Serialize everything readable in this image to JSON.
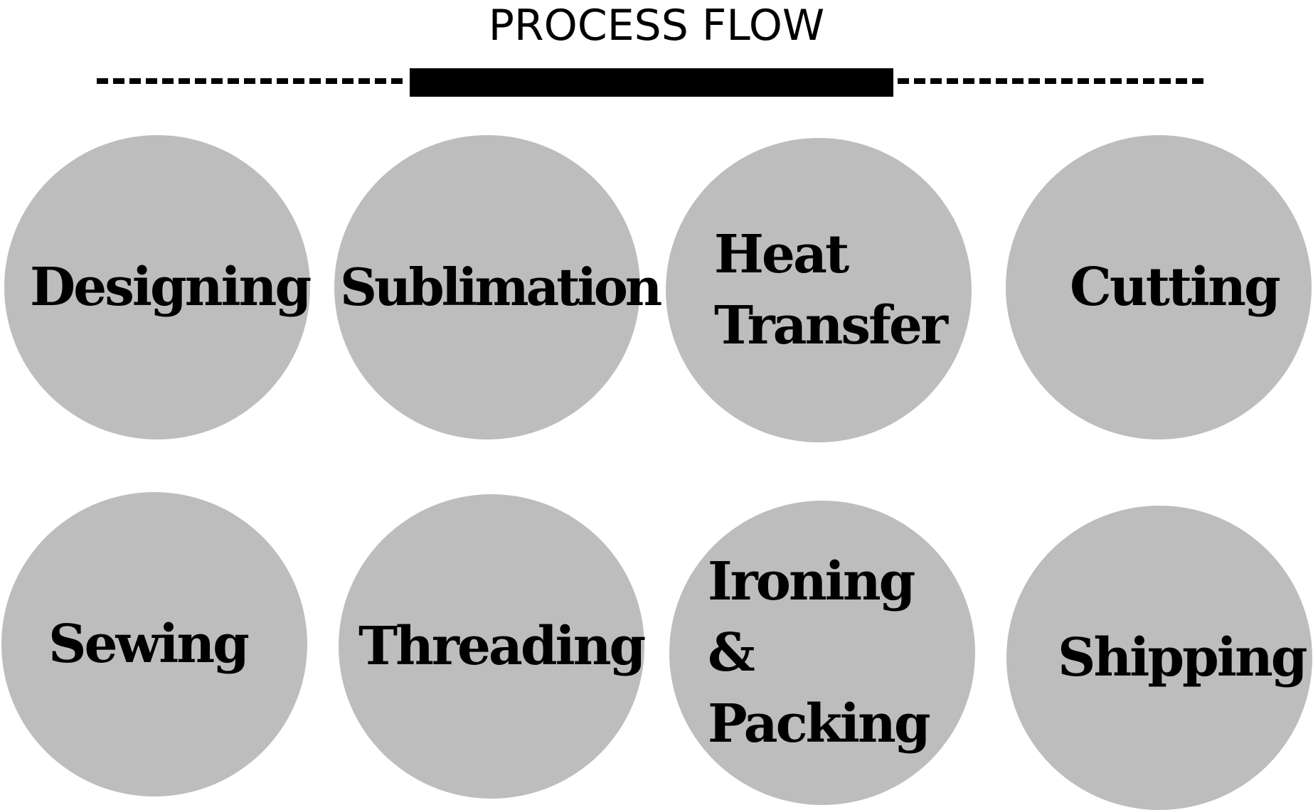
{
  "title": "PROCESS FLOW",
  "steps": [
    {
      "label": "Designing"
    },
    {
      "label": "Sublimation"
    },
    {
      "label": "Heat Transfer"
    },
    {
      "label": "Cutting"
    },
    {
      "label": "Sewing"
    },
    {
      "label": "Threading"
    },
    {
      "label": "Ironing & Packing"
    },
    {
      "label": "Shipping"
    }
  ],
  "colors": {
    "circle_fill": "#bebdbd",
    "text": "#000000",
    "background": "#ffffff"
  }
}
